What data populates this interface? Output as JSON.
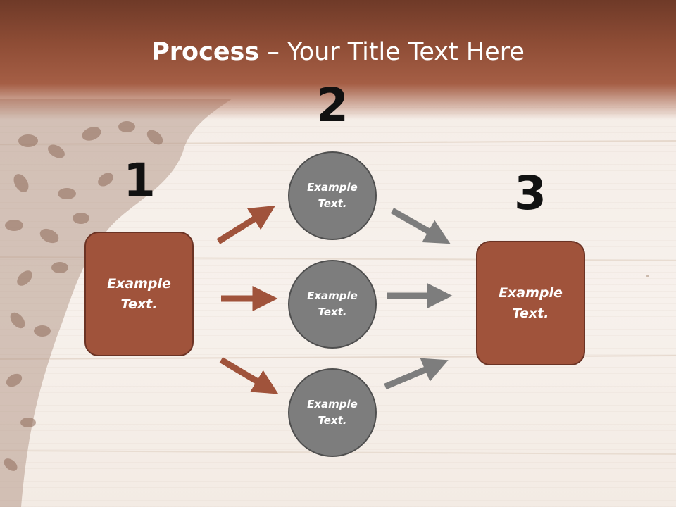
{
  "title": {
    "bold": "Process",
    "rest": " – Your Title Text Here"
  },
  "steps": {
    "one": "1",
    "two": "2",
    "three": "3"
  },
  "left_box": {
    "line1": "Example",
    "line2": "Text."
  },
  "circles": [
    {
      "line1": "Example",
      "line2": "Text."
    },
    {
      "line1": "Example",
      "line2": "Text."
    },
    {
      "line1": "Example",
      "line2": "Text."
    }
  ],
  "right_box": {
    "line1": "Example",
    "line2": "Text."
  },
  "colors": {
    "header": "#8d4c35",
    "box": "#a0533b",
    "circle": "#7d7d7d",
    "arrow_brown": "#a0533b",
    "arrow_gray": "#7d7d7d"
  }
}
